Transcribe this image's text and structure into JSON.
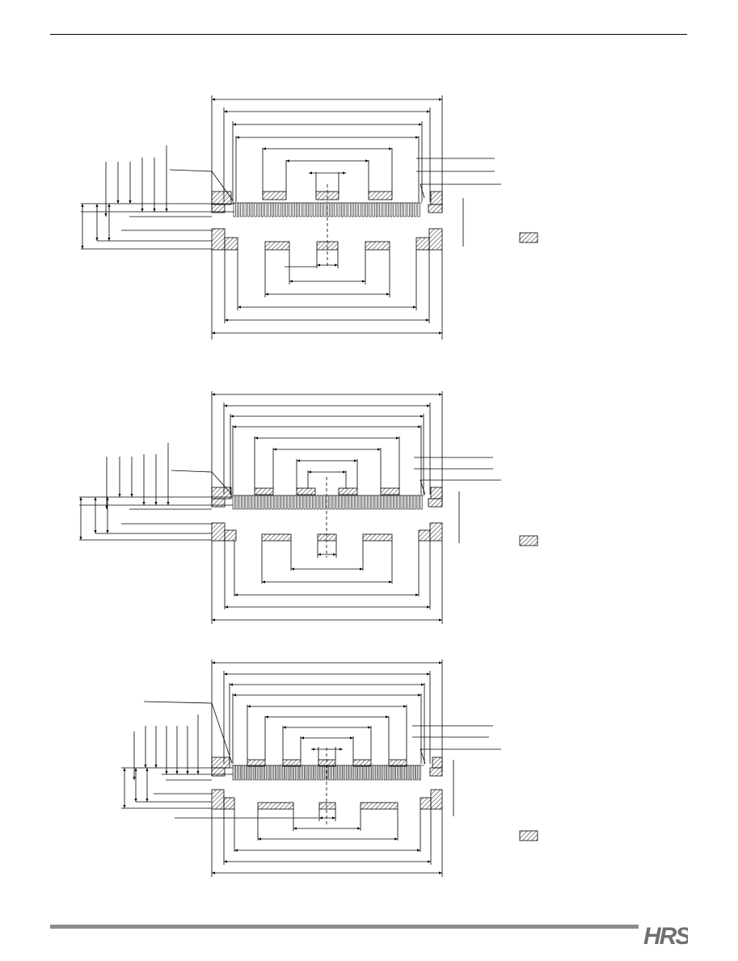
{
  "header": {},
  "drawings": [
    {
      "id": "footprint-drawing-1",
      "pad_pattern_variant": 1
    },
    {
      "id": "footprint-drawing-2",
      "pad_pattern_variant": 2
    },
    {
      "id": "footprint-drawing-3",
      "pad_pattern_variant": 3
    }
  ],
  "legend": {
    "swatch_icon": "hatched-area-swatch"
  },
  "footer": {
    "logo_text": "HRS",
    "rule_color": "#8c8c8c",
    "logo_color": "#6f6f6f"
  }
}
